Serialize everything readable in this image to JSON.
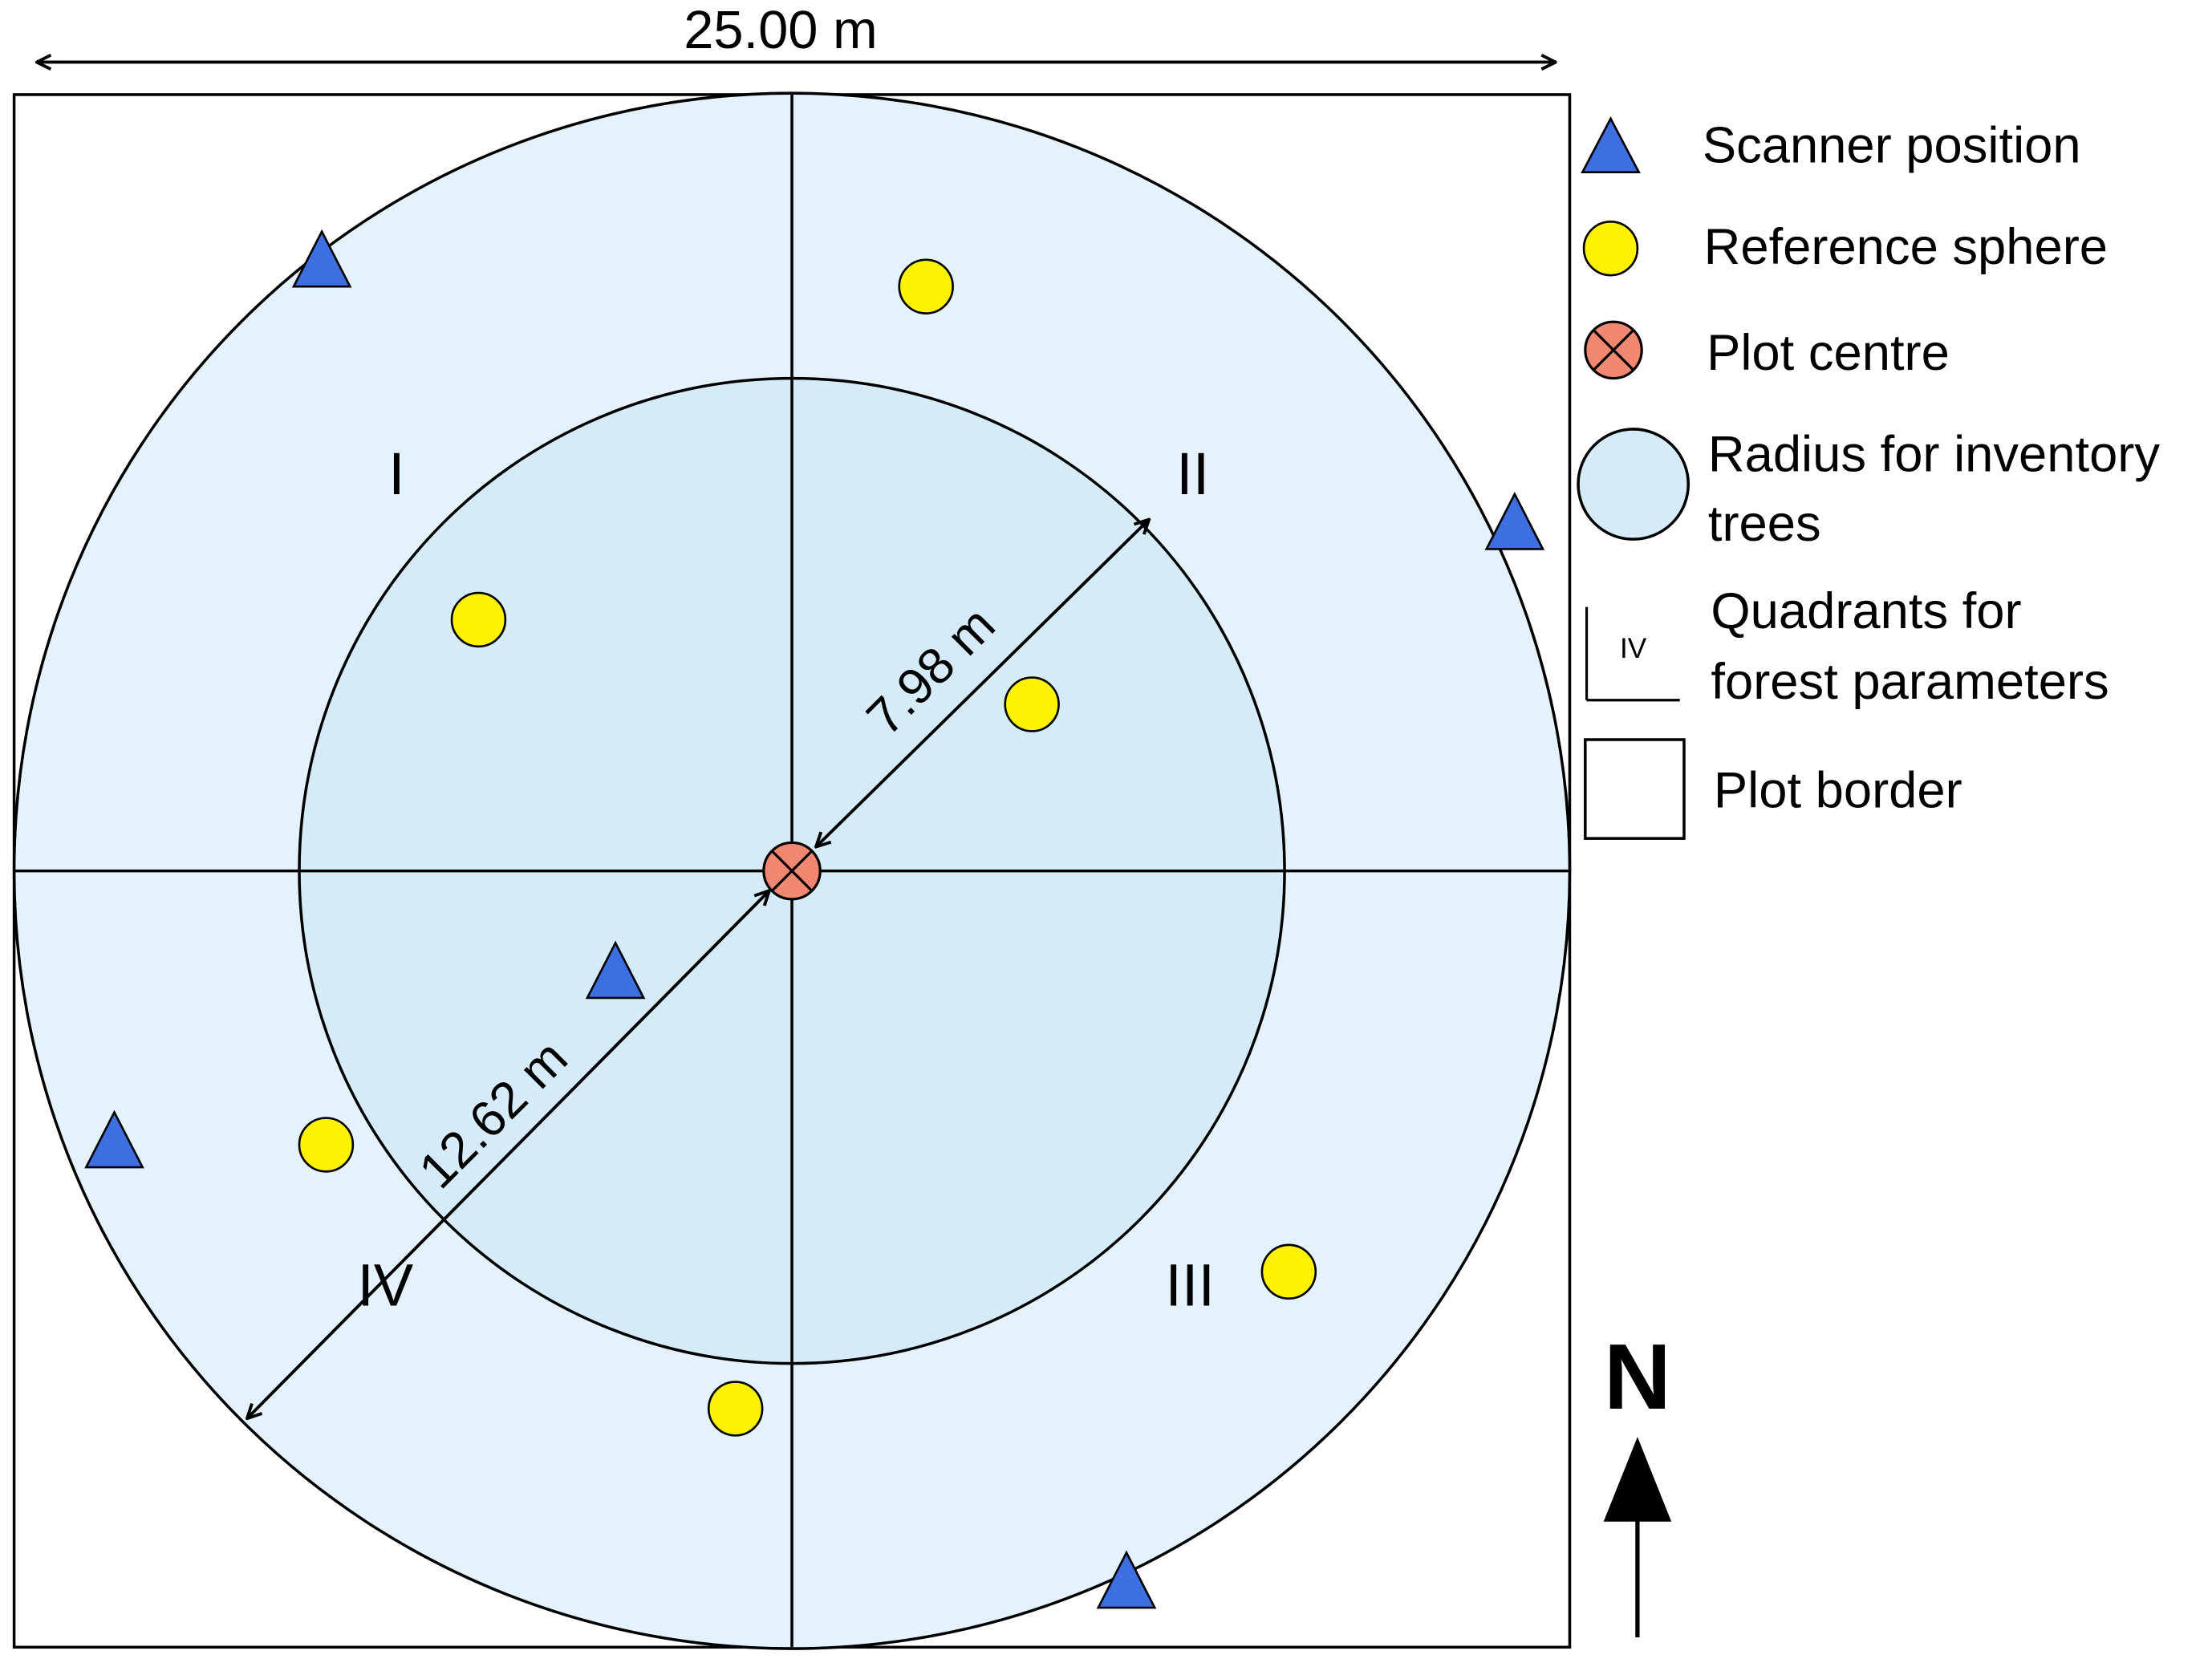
{
  "plot": {
    "width_label": "25.00 m",
    "inner_radius_label": "7.98 m",
    "outer_radius_label": "12.62 m"
  },
  "quadrants": [
    {
      "id": "q1",
      "label": "I"
    },
    {
      "id": "q2",
      "label": "II"
    },
    {
      "id": "q3",
      "label": "III"
    },
    {
      "id": "q4",
      "label": "IV"
    }
  ],
  "legend": {
    "scanner": "Scanner position",
    "sphere": "Reference sphere",
    "centre": "Plot centre",
    "radius_line1": "Radius for inventory",
    "radius_line2": "trees",
    "quadrant_icon": "IV",
    "quadrant_line1": "Quadrants for",
    "quadrant_line2": "forest parameters",
    "border": "Plot border"
  },
  "north": {
    "label": "N"
  },
  "colors": {
    "outer_circle": "#e3f2fb",
    "inner_circle": "#d5ebf8",
    "scanner": "#3d6fe0",
    "sphere": "#fff200",
    "centre": "#f08770"
  },
  "icons": {
    "scanner": "triangle",
    "sphere": "circle",
    "centre": "circle-cross",
    "north": "arrow-up"
  }
}
